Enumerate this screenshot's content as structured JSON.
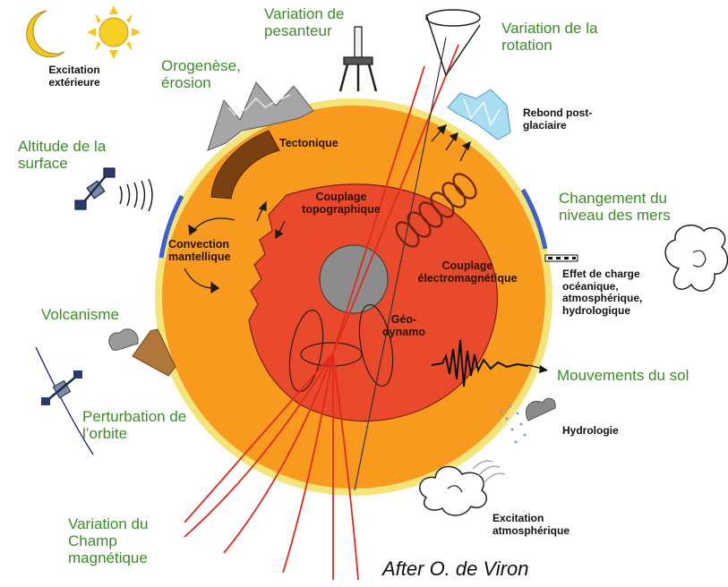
{
  "colors": {
    "mantle": "#f79a1e",
    "core": "#ea4a2c",
    "inner_core": "#8c8c8c",
    "crust": "#f4e47a",
    "ocean": "#3a5fcf",
    "field_lines": "#e02a1c",
    "green_labels": "#3d8b2a"
  },
  "outer_labels": {
    "excitation_ext": "Excitation extérieure",
    "pesanteur": "Variation de pesanteur",
    "rotation": "Variation de la rotation",
    "orogenese": "Orogenèse, érosion",
    "altitude": "Altitude de la surface",
    "niveau_mers": "Changement du niveau des mers",
    "volcanisme": "Volcanisme",
    "orbite": "Perturbation de l’orbite",
    "mouvements_sol": "Mouvements du sol",
    "champ": "Variation du Champ magnétique"
  },
  "side_labels": {
    "rebond": "Rebond post-glaciaire",
    "effet_charge": "Effet de charge océanique, atmosphérique, hydrologique",
    "hydrologie": "Hydrologie",
    "excitation_atm": "Excitation atmosphérique"
  },
  "inner_labels": {
    "tectonique": "Tectonique",
    "couplage_topo": "Couplage topographique",
    "convection": "Convection mantellique",
    "couplage_em": "Couplage électromagnétique",
    "geodynamo": "Géo- dynamo"
  },
  "credit": "After O. de Viron"
}
